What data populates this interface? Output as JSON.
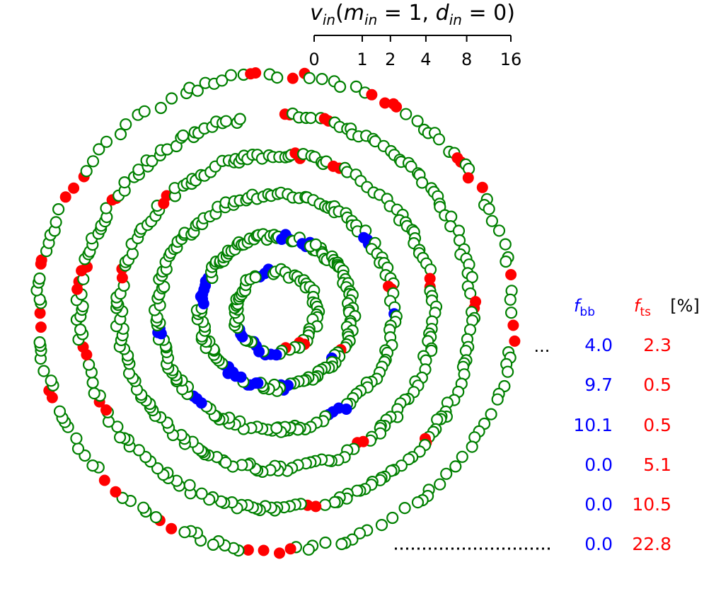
{
  "chart_data": {
    "type": "scatter",
    "title": "v_in(m_in = 1, d_in = 0)",
    "title_parts": {
      "var": "v",
      "sub1": "in",
      "open": "(",
      "m": "m",
      "sub2": "in",
      "eq1": " = 1, ",
      "d": "d",
      "sub3": "in",
      "eq2": " = 0)"
    },
    "scale": {
      "kind": "log2-plus-one",
      "ticks": [
        "0",
        "1",
        "2",
        "4",
        "8",
        "16"
      ],
      "range": [
        0,
        16
      ]
    },
    "layout": "concentric-rings",
    "table_header": {
      "fbb": "f",
      "fbb_sub": "bb",
      "fts": "f",
      "fts_sub": "ts",
      "unit": "[%]"
    },
    "rings": [
      {
        "fbb": "4.0",
        "fts": "2.3",
        "green": 56,
        "blue": 12,
        "red": 3
      },
      {
        "fbb": "9.7",
        "fts": "0.5",
        "green": 118,
        "blue": 28,
        "red": 1
      },
      {
        "fbb": "10.1",
        "fts": "0.5",
        "green": 150,
        "blue": 14,
        "red": 2
      },
      {
        "fbb": "0.0",
        "fts": "5.1",
        "green": 170,
        "blue": 0,
        "red": 12
      },
      {
        "fbb": "0.0",
        "fts": "10.5",
        "green": 175,
        "blue": 0,
        "red": 20
      },
      {
        "fbb": "0.0",
        "fts": "22.8",
        "green": 120,
        "blue": 0,
        "red": 32
      }
    ],
    "series": [
      {
        "name": "open",
        "marker": "open-circle",
        "color": "#008000"
      },
      {
        "name": "fbb",
        "marker": "filled-circle",
        "color": "#0000ff"
      },
      {
        "name": "fts",
        "marker": "filled-circle",
        "color": "#ff0000"
      }
    ],
    "colors": {
      "green": "#008000",
      "blue": "#0000ff",
      "red": "#ff0000",
      "black": "#000000"
    },
    "ellipsis": "..."
  }
}
